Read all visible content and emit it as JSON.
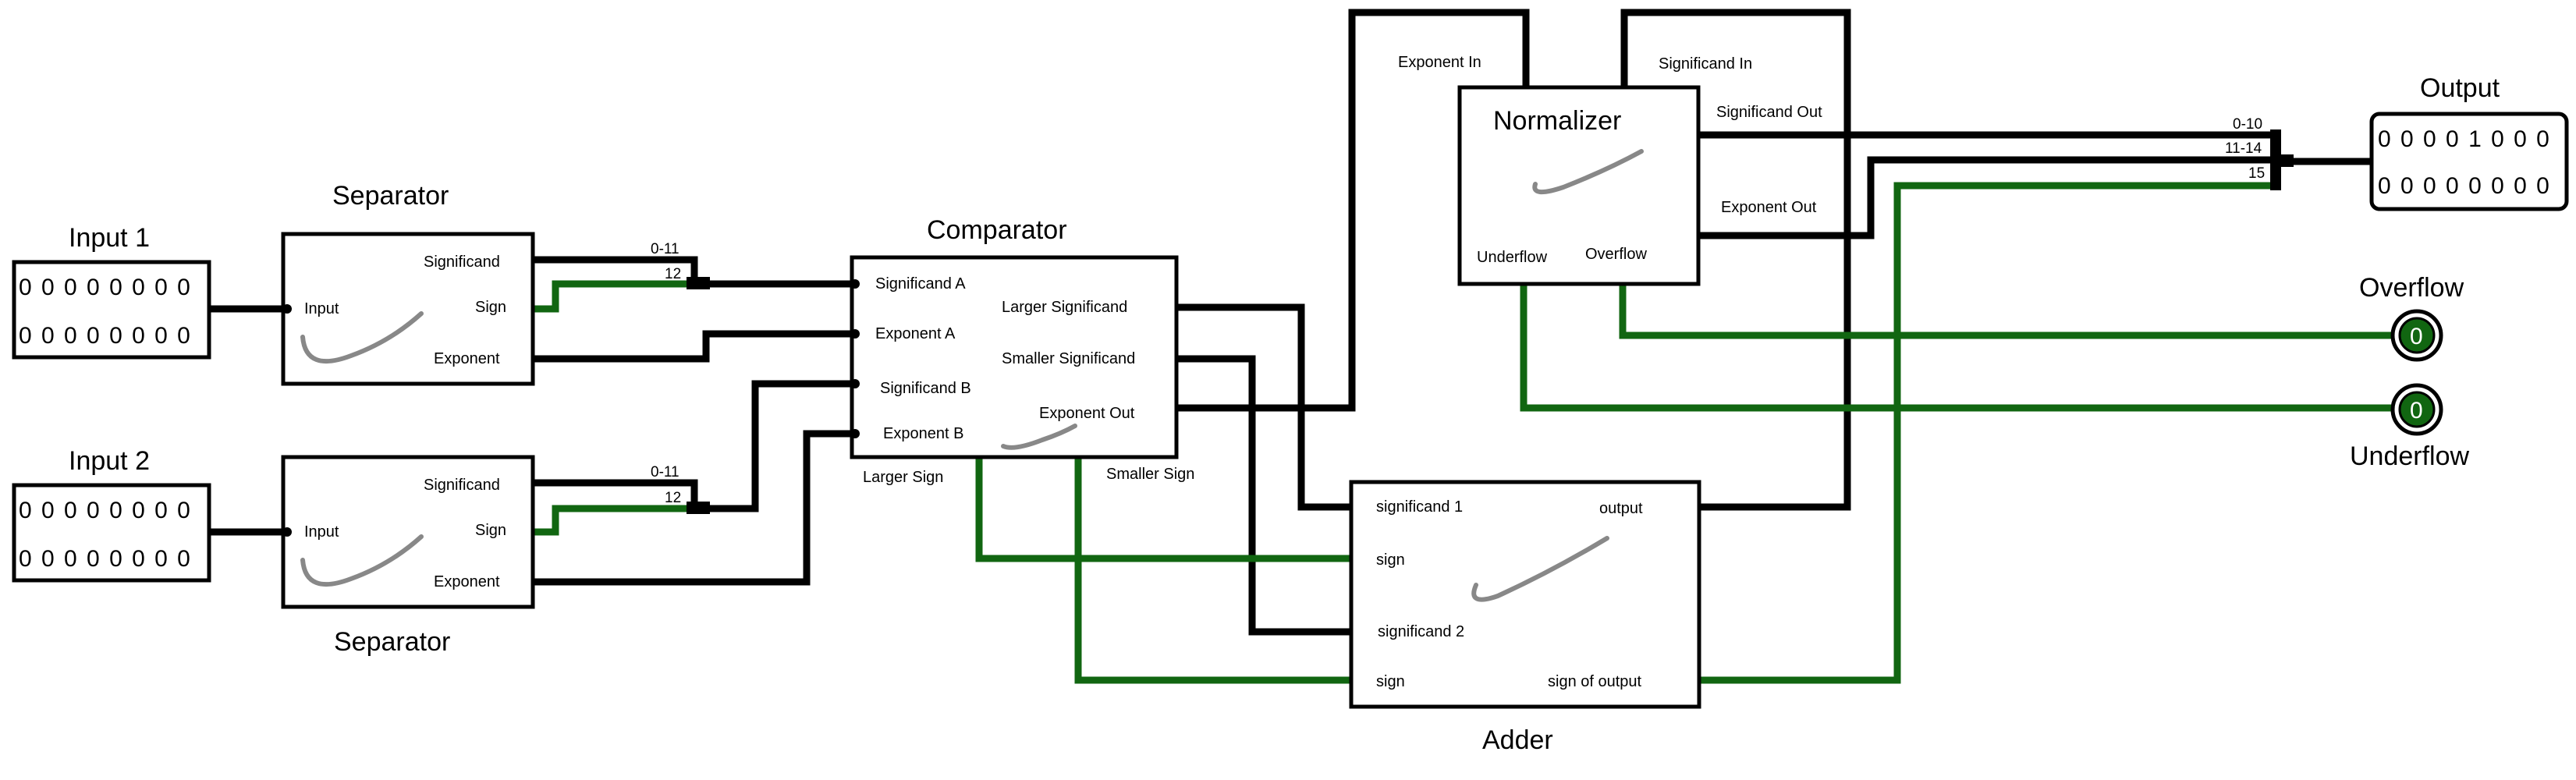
{
  "inputs": [
    {
      "title": "Input 1",
      "row1": "0 0 0 0 0 0 0 0",
      "row2": "0 0 0 0 0 0 0 0"
    },
    {
      "title": "Input 2",
      "row1": "0 0 0 0 0 0 0 0",
      "row2": "0 0 0 0 0 0 0 0"
    }
  ],
  "separators": [
    {
      "title": "Separator",
      "ports": {
        "input": "Input",
        "significand": "Significand",
        "sign": "Sign",
        "exponent": "Exponent"
      }
    },
    {
      "title": "Separator",
      "ports": {
        "input": "Input",
        "significand": "Significand",
        "sign": "Sign",
        "exponent": "Exponent"
      }
    }
  ],
  "splitters": [
    {
      "a": "0-11",
      "b": "12"
    },
    {
      "a": "0-11",
      "b": "12"
    }
  ],
  "comparator": {
    "title": "Comparator",
    "ports": {
      "significand_a": "Significand A",
      "exponent_a": "Exponent A",
      "significand_b": "Significand B",
      "exponent_b": "Exponent B",
      "larger_significand": "Larger Significand",
      "smaller_significand": "Smaller Significand",
      "exponent_out": "Exponent Out",
      "larger_sign": "Larger Sign",
      "smaller_sign": "Smaller Sign"
    }
  },
  "normalizer": {
    "title": "Normalizer",
    "ports": {
      "exponent_in": "Exponent In",
      "significand_in": "Significand In",
      "significand_out": "Significand Out",
      "exponent_out": "Exponent Out",
      "underflow": "Underflow",
      "overflow": "Overflow"
    }
  },
  "adder": {
    "title": "Adder",
    "ports": {
      "significand1": "significand 1",
      "sign1": "sign",
      "significand2": "significand 2",
      "sign2": "sign",
      "output": "output",
      "sign_of_output": "sign of output"
    }
  },
  "output_splitter": {
    "a": "0-10",
    "b": "11-14",
    "c": "15"
  },
  "output": {
    "title": "Output",
    "row1": "0 0 0 0 1 0 0 0",
    "row2": "0 0 0 0 0 0 0 0"
  },
  "flags": {
    "overflow": {
      "title": "Overflow",
      "value": "0"
    },
    "underflow": {
      "title": "Underflow",
      "value": "0"
    }
  },
  "colors": {
    "wire": "#000000",
    "bit_wire": "#116611",
    "curve": "#888888"
  }
}
